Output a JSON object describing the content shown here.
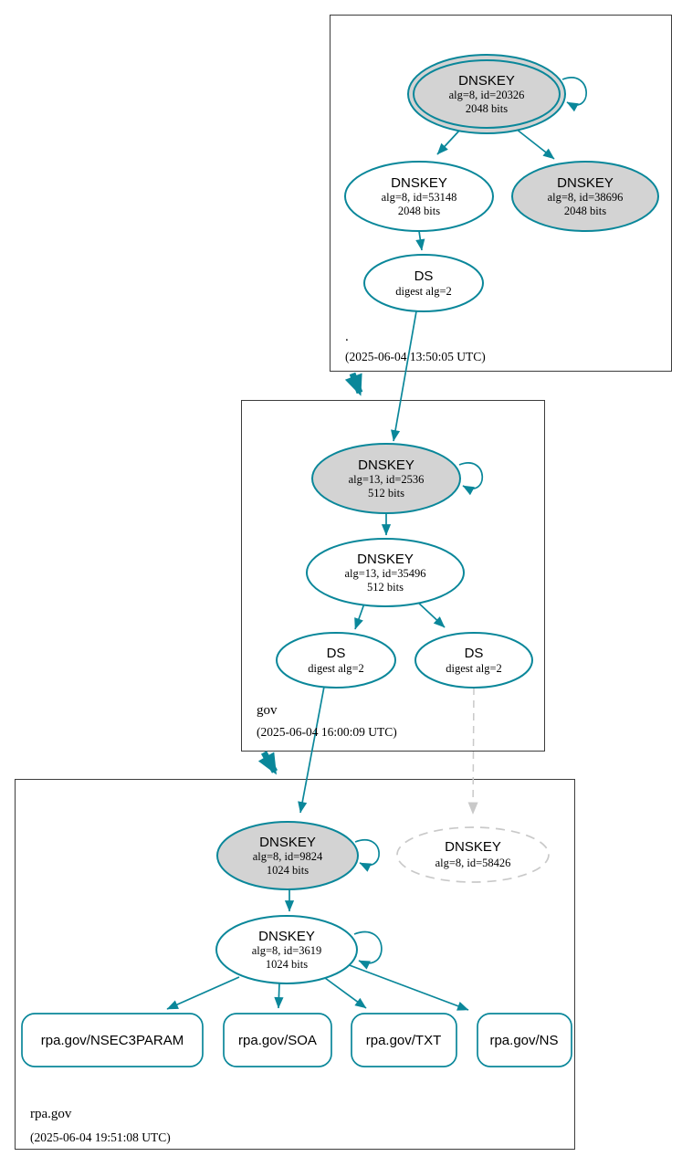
{
  "colors": {
    "secure_teal": "#0a879a",
    "key_fill_gray": "#d3d3d3",
    "node_fill_white": "#ffffff",
    "ghost_gray": "#c9c9c9",
    "box_border": "#3c3c3c",
    "text": "#000000"
  },
  "zones": [
    {
      "label": ".",
      "timestamp": "(2025-06-04 13:50:05 UTC)",
      "nodes": {
        "ksk": {
          "title": "DNSKEY",
          "detail": "alg=8, id=20326",
          "bits": "2048 bits"
        },
        "zsk": {
          "title": "DNSKEY",
          "detail": "alg=8, id=53148",
          "bits": "2048 bits"
        },
        "key2": {
          "title": "DNSKEY",
          "detail": "alg=8, id=38696",
          "bits": "2048 bits"
        },
        "ds": {
          "title": "DS",
          "detail": "digest alg=2"
        }
      }
    },
    {
      "label": "gov",
      "timestamp": "(2025-06-04 16:00:09 UTC)",
      "nodes": {
        "ksk": {
          "title": "DNSKEY",
          "detail": "alg=13, id=2536",
          "bits": "512 bits"
        },
        "zsk": {
          "title": "DNSKEY",
          "detail": "alg=13, id=35496",
          "bits": "512 bits"
        },
        "ds_left": {
          "title": "DS",
          "detail": "digest alg=2"
        },
        "ds_right": {
          "title": "DS",
          "detail": "digest alg=2"
        }
      }
    },
    {
      "label": "rpa.gov",
      "timestamp": "(2025-06-04 19:51:08 UTC)",
      "nodes": {
        "ksk": {
          "title": "DNSKEY",
          "detail": "alg=8, id=9824",
          "bits": "1024 bits"
        },
        "ghost": {
          "title": "DNSKEY",
          "detail": "alg=8, id=58426"
        },
        "zsk": {
          "title": "DNSKEY",
          "detail": "alg=8, id=3619",
          "bits": "1024 bits"
        },
        "rrsets": [
          {
            "label": "rpa.gov/NSEC3PARAM"
          },
          {
            "label": "rpa.gov/SOA"
          },
          {
            "label": "rpa.gov/TXT"
          },
          {
            "label": "rpa.gov/NS"
          }
        ]
      }
    }
  ]
}
